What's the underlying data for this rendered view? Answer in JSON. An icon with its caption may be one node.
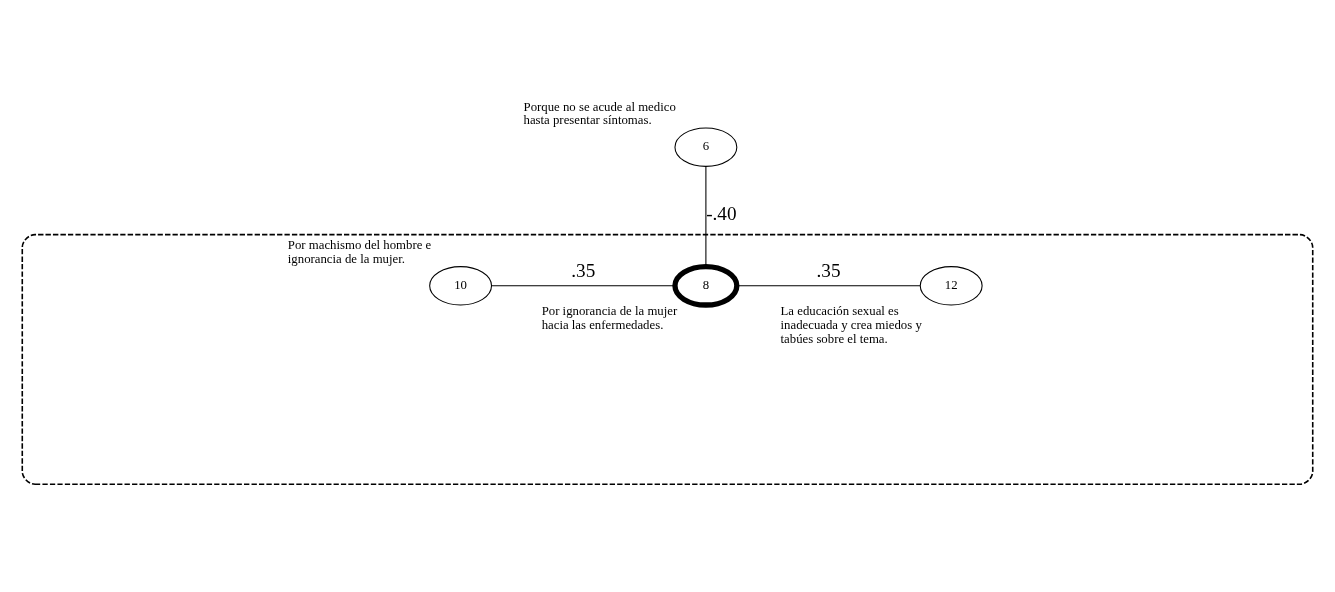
{
  "diagram": {
    "nodes": [
      {
        "text": [
          "6"
        ],
        "beside": [
          "Porque no se acude al medico hasta presentar síntomas."
        ]
      },
      {
        "text": [],
        "shape": "box"
      },
      {
        "text": [
          "10"
        ],
        "in": 1,
        "beside": [
          "Por machismo del hombre e ignorancia de la mujer."
        ]
      },
      {
        "text": [
          "8"
        ],
        "in": 1,
        "beside": [
          "Por ignorancia de la mujer hacia las enfermedades."
        ]
      },
      {
        "text": [
          "12"
        ],
        "in": 1,
        "beside": [
          "La educación sexual es inadecuada y crea miedos y tabúes sobre el tema."
        ]
      }
    ],
    "edges": [
      {
        "from": 0,
        "to": 3,
        "arrow": "none",
        "label": "-.40"
      },
      {
        "from": 2,
        "to": 3,
        "arrow": "none",
        "label": ".35"
      },
      {
        "from": 3,
        "to": 4,
        "arrow": "none",
        "label": ".35"
      }
    ]
  }
}
